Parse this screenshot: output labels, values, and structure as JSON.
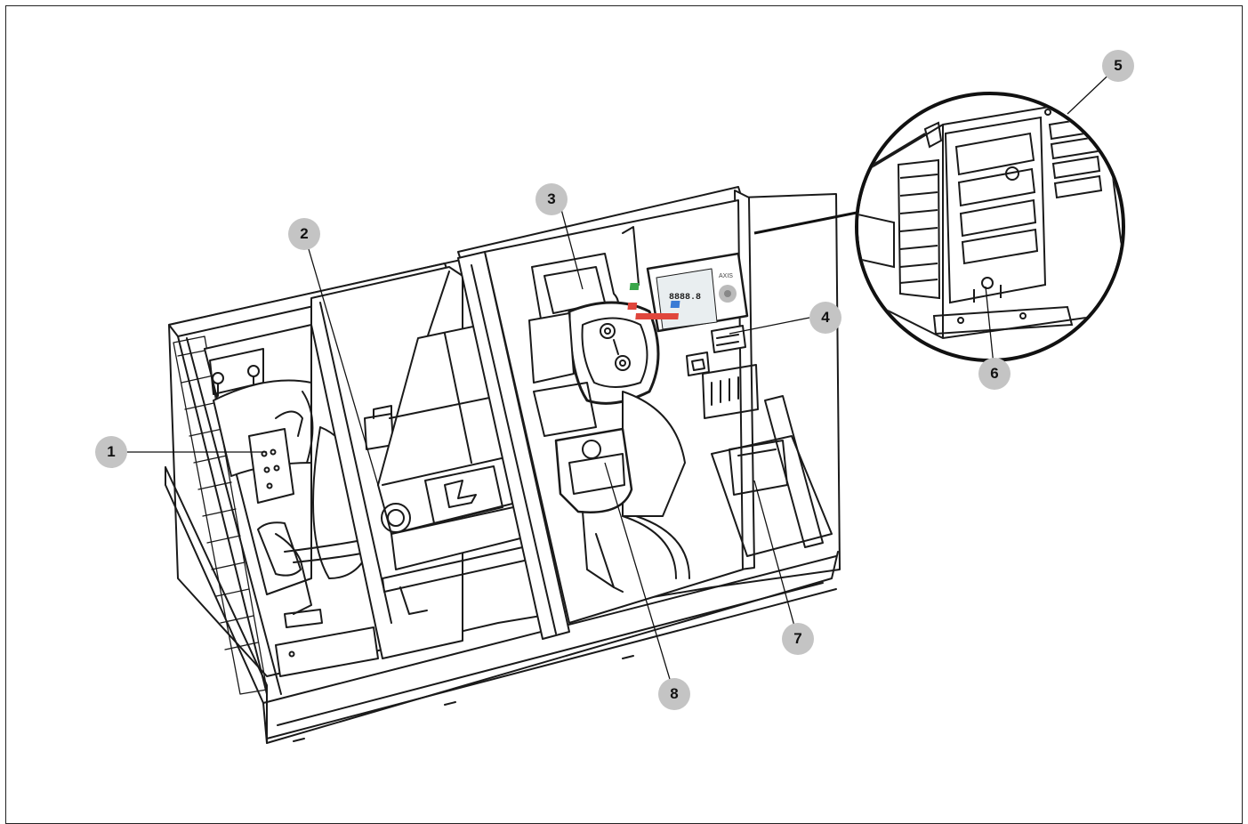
{
  "callouts": [
    {
      "id": "1",
      "label": "1"
    },
    {
      "id": "2",
      "label": "2"
    },
    {
      "id": "3",
      "label": "3"
    },
    {
      "id": "4",
      "label": "4"
    },
    {
      "id": "5",
      "label": "5"
    },
    {
      "id": "6",
      "label": "6"
    },
    {
      "id": "7",
      "label": "7"
    },
    {
      "id": "8",
      "label": "8"
    }
  ],
  "display_panel": {
    "brand_text": "AXIS",
    "digits": "8888.8"
  },
  "colors": {
    "line": "#1a1a1a",
    "callout_fill": "#c4c4c4",
    "display_red": "#e0463c",
    "display_green": "#3aa64a",
    "display_blue": "#3a7bd5",
    "screen": "#e9eef0"
  }
}
